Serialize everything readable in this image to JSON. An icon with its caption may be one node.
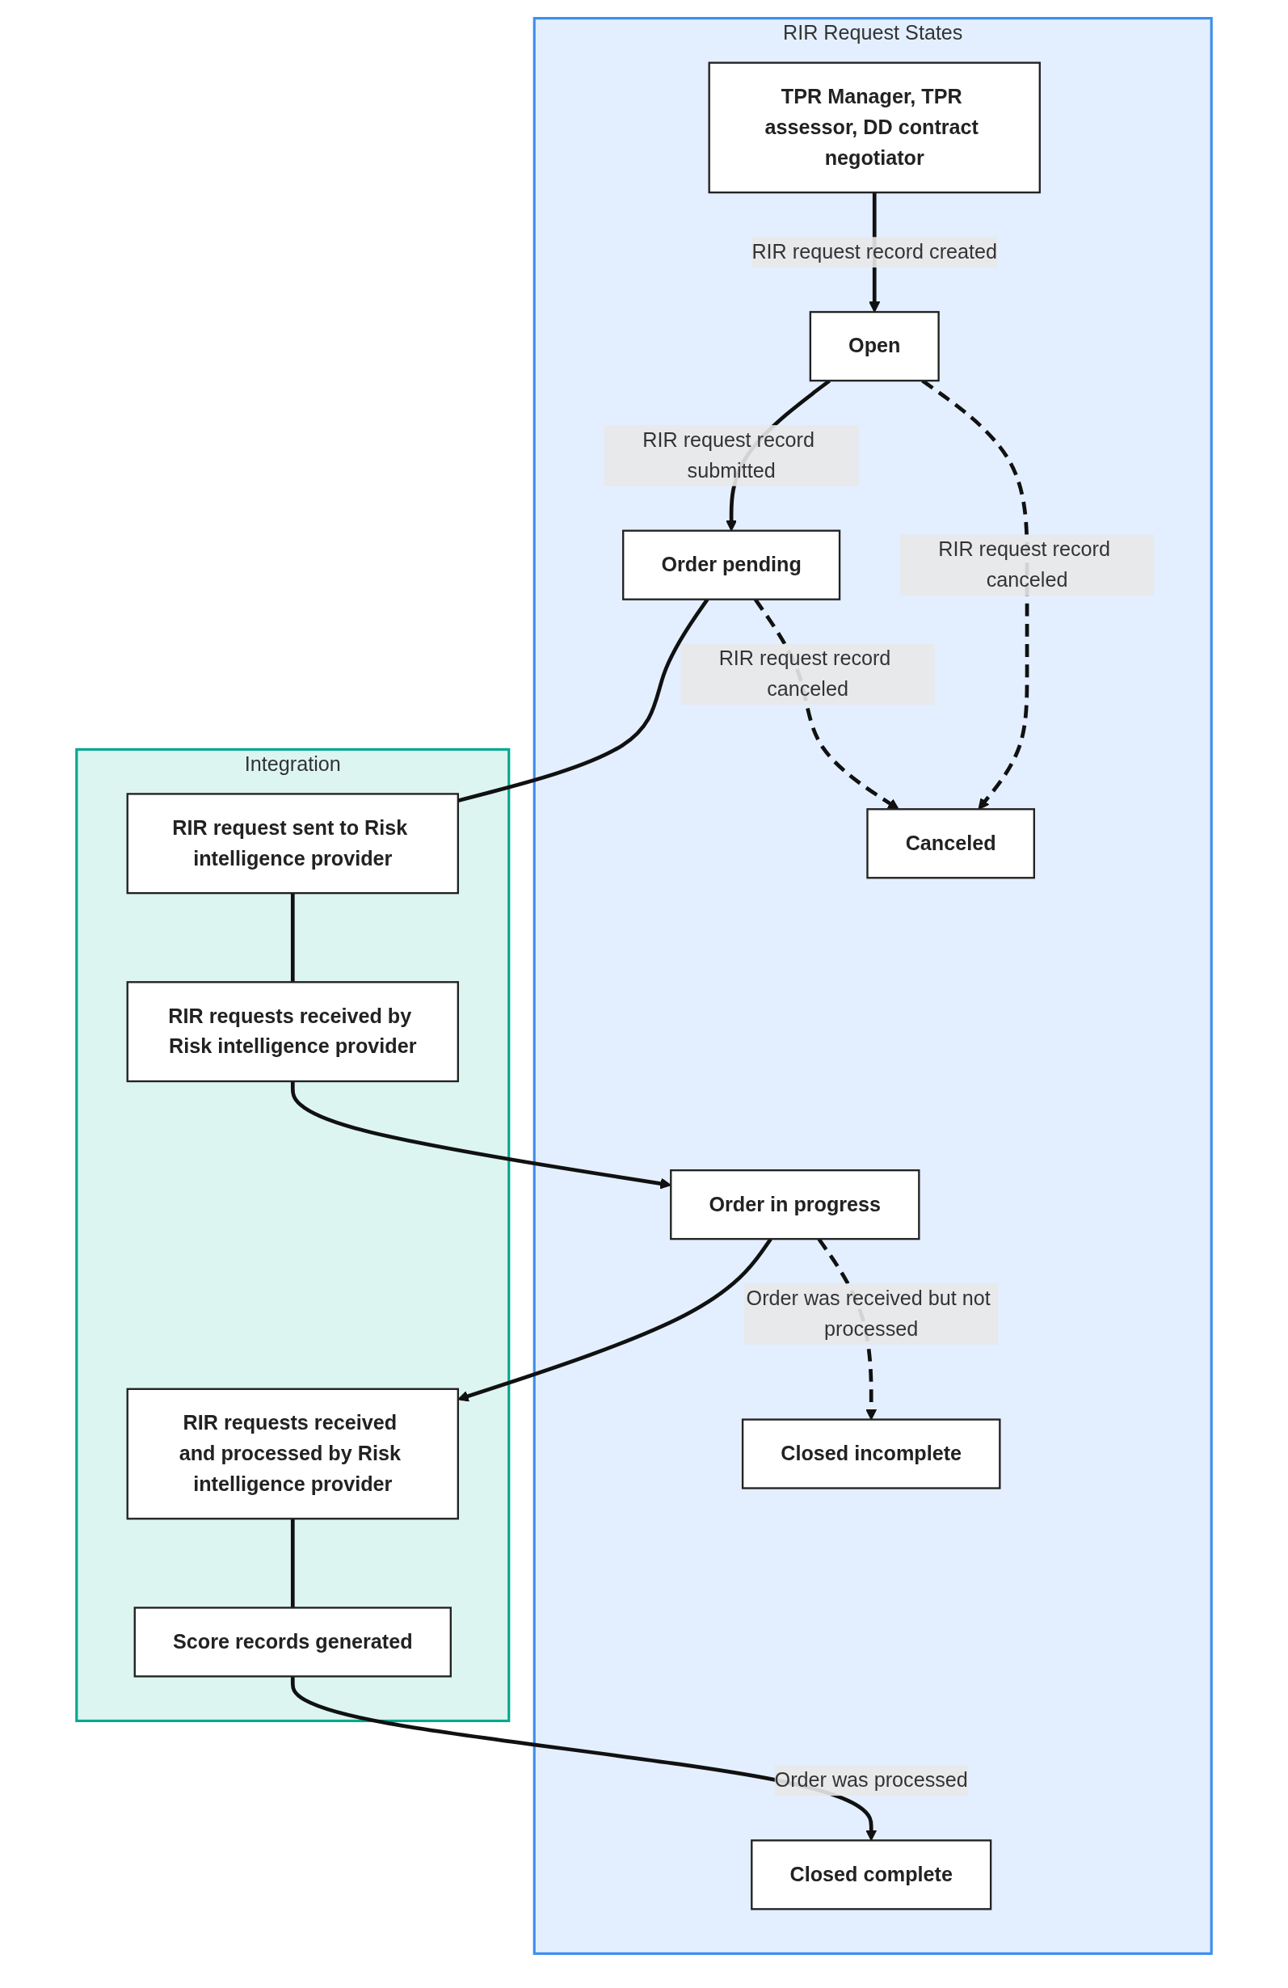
{
  "diagram": {
    "nodes": [
      {
        "text": [
          "RIR Request States"
        ]
      },
      {
        "text": [
          "Integration"
        ]
      },
      {
        "text": [
          "TPR Manager, TPR assessor, DD contract negotiator"
        ],
        "in": 0
      },
      {
        "text": [
          "Canceled"
        ],
        "in": 0
      },
      {
        "text": [
          "Open"
        ],
        "in": 0
      },
      {
        "text": [
          "Order pending"
        ],
        "in": 0
      },
      {
        "text": [
          "RIR request sent to Risk intelligence provider"
        ],
        "in": 1
      },
      {
        "text": [
          "RIR requests received by Risk intelligence provider"
        ],
        "in": 1
      },
      {
        "text": [
          "Closed incomplete"
        ],
        "in": 0
      },
      {
        "text": [
          "Order in progress"
        ],
        "in": 0
      },
      {
        "text": [
          "RIR requests received and processed by Risk intelligence provider"
        ],
        "in": 1
      },
      {
        "text": [
          "Score records generated"
        ],
        "in": 1
      },
      {
        "text": [
          "Closed complete"
        ],
        "in": 0
      }
    ],
    "edges": [
      {
        "from": 2,
        "to": 4,
        "arrow": "to",
        "label": "RIR request record created"
      },
      {
        "from": 4,
        "to": 3,
        "arrow": "to",
        "label": "RIR request record canceled",
        "style": "dashed"
      },
      {
        "from": 4,
        "to": 5,
        "arrow": "to",
        "label": "RIR request record submitted"
      },
      {
        "from": 5,
        "to": 3,
        "arrow": "to",
        "label": "RIR request record canceled",
        "style": "dashed"
      },
      {
        "from": 5,
        "to": 6,
        "arrow": "none"
      },
      {
        "from": 6,
        "to": 7,
        "arrow": "none"
      },
      {
        "from": 7,
        "to": 9,
        "arrow": "to"
      },
      {
        "from": 9,
        "to": 8,
        "arrow": "to",
        "label": "Order was received but not processed",
        "style": "dashed"
      },
      {
        "from": 9,
        "to": 10,
        "arrow": "to"
      },
      {
        "from": 10,
        "to": 11,
        "arrow": "none"
      },
      {
        "from": 11,
        "to": 12,
        "arrow": "to",
        "label": "Order was processed"
      }
    ]
  }
}
